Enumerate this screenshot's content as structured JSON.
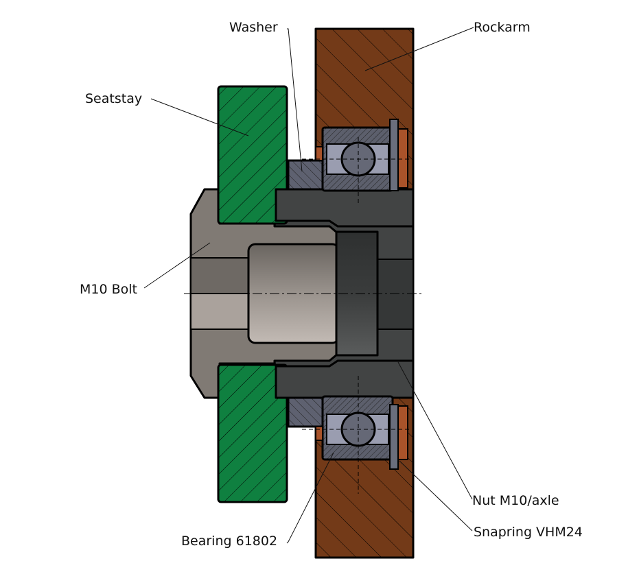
{
  "title": "Rockarm pivot bearing assembly section view",
  "labels": {
    "washer": "Washer",
    "rockarm": "Rockarm",
    "seatstay": "Seatstay",
    "m10_bolt": "M10 Bolt",
    "nut": "Nut M10/axle",
    "bearing": "Bearing 61802",
    "snapring": "Snapring VHM24"
  },
  "colors": {
    "seatstay": "#0f8040",
    "rockarm": "#733a18",
    "bolt_head": "#807a74",
    "bolt_shank_light": "#b0a8a2",
    "nut": "#424444",
    "nut_collar": "#333535",
    "bearing_race": "#5c5f6c",
    "bearing_ball": "#656876",
    "bearing_cage": "#9a9db0",
    "washer": "#5e6170",
    "snapring": "#6a6e7c",
    "shim": "#a9532a"
  }
}
